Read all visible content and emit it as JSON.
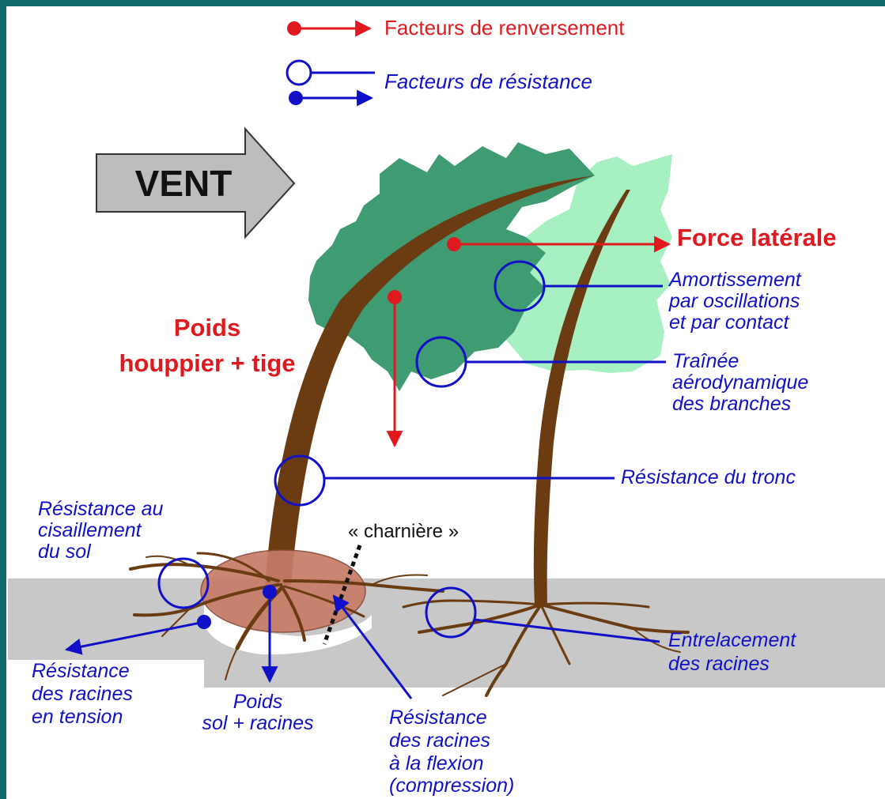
{
  "legend": {
    "overturning": "Facteurs de renversement",
    "resistance": "Facteurs de résistance"
  },
  "wind": {
    "label": "VENT"
  },
  "forces": {
    "lateral": "Force latérale",
    "weight_line1": "Poids",
    "weight_line2": "houppier + tige",
    "hinge": "« charnière »"
  },
  "resistance_labels": {
    "damping": [
      "Amortissement",
      "par oscillations",
      "et par contact"
    ],
    "drag": [
      "Traînée",
      "aérodynamique",
      "des branches"
    ],
    "trunk": [
      "Résistance du tronc"
    ],
    "soil_shear": [
      "Résistance au",
      "cisaillement",
      "du sol"
    ],
    "root_interlacing": [
      "Entrelacement",
      "des racines"
    ],
    "root_tension": [
      "Résistance",
      "des racines",
      "en tension"
    ],
    "soil_weight": [
      "Poids",
      "sol + racines"
    ],
    "root_flexion": [
      "Résistance",
      "des racines",
      "à la flexion",
      "(compression)"
    ]
  },
  "colors": {
    "background_frame": "#0f6b6b",
    "overturning": "#e0191f",
    "resistance": "#1010c8",
    "crown_bent": "#3f9b72",
    "crown_upright": "#a6f0c2",
    "trunk": "#6b3c12",
    "root_plate": "#c77b68",
    "ground": "#c8c8c8",
    "wind_arrow": "#bdbdbd"
  }
}
